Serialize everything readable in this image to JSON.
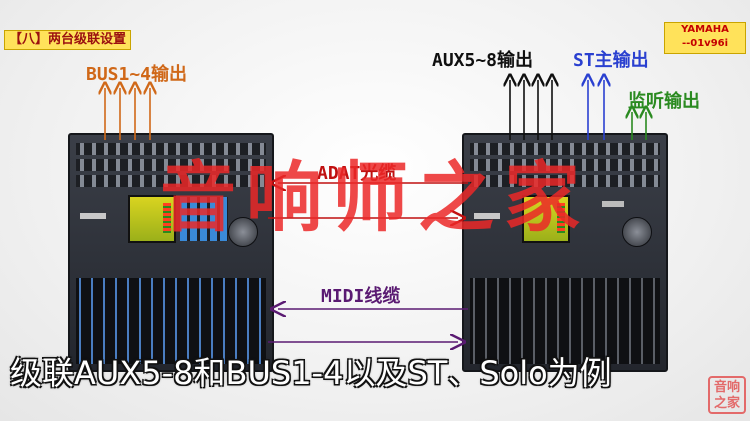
{
  "title_badge": "【八】两台级联设置",
  "brand_badge": {
    "line1": "YAMAHA",
    "line2": "--01v96i"
  },
  "labels": {
    "bus": "BUS1~4输出",
    "aux": "AUX5~8输出",
    "st": "ST主输出",
    "monitor": "监听输出",
    "adat": "ADAT光缆",
    "midi": "MIDI线缆"
  },
  "watermark": "音响师之家",
  "caption": "级联AUX5-8和BUS1-4以及ST、Solo为例",
  "seal": {
    "line1": "音响",
    "line2": "之家"
  },
  "colors": {
    "bus": "#d06818",
    "aux": "#101010",
    "st": "#2a40d0",
    "monitor": "#2a8a20",
    "adat": "#c01010",
    "midi": "#5a1a72"
  }
}
